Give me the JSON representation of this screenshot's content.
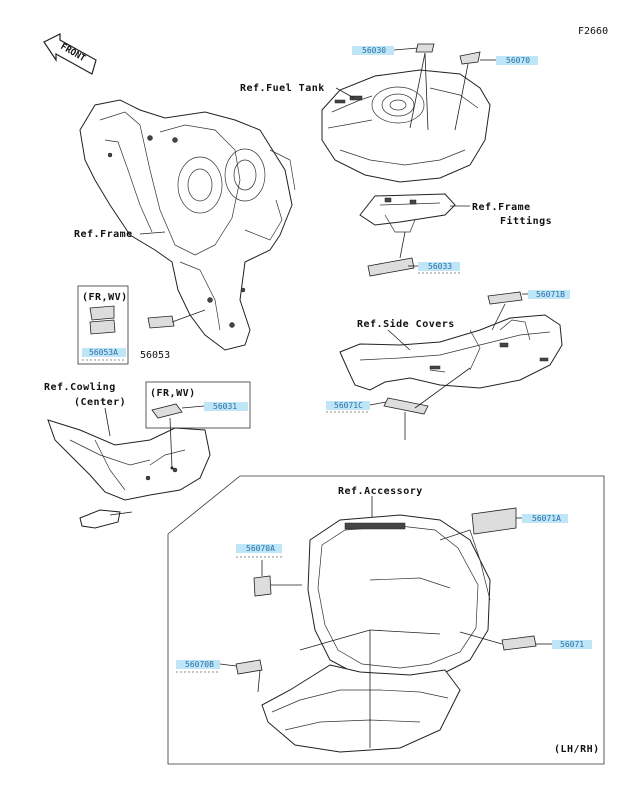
{
  "figure_code": "F2660",
  "front_arrow_text": "FRONT",
  "refs": {
    "fuel_tank": "Ref.Fuel Tank",
    "frame": "Ref.Frame",
    "frame_fittings_1": "Ref.Frame",
    "frame_fittings_2": "Fittings",
    "side_covers": "Ref.Side Covers",
    "cowling_1": "Ref.Cowling",
    "cowling_2": "(Center)",
    "accessory": "Ref.Accessory"
  },
  "box_labels": {
    "fr_wv_1": "(FR,WV)",
    "fr_wv_2": "(FR,WV)",
    "lh_rh": "(LH/RH)"
  },
  "part_numbers": {
    "p56030": "56030",
    "p56070": "56070",
    "p56033": "56033",
    "p56071B": "56071B",
    "p56053A": "56053A",
    "p56053": "56053",
    "p56071C": "56071C",
    "p56031": "56031",
    "p56071A": "56071A",
    "p56070A": "56070A",
    "p56071": "56071",
    "p56070B": "56070B"
  },
  "colors": {
    "highlight": "#bfe6f6",
    "part_number_text": "#2a6fa8",
    "line": "#222222"
  }
}
